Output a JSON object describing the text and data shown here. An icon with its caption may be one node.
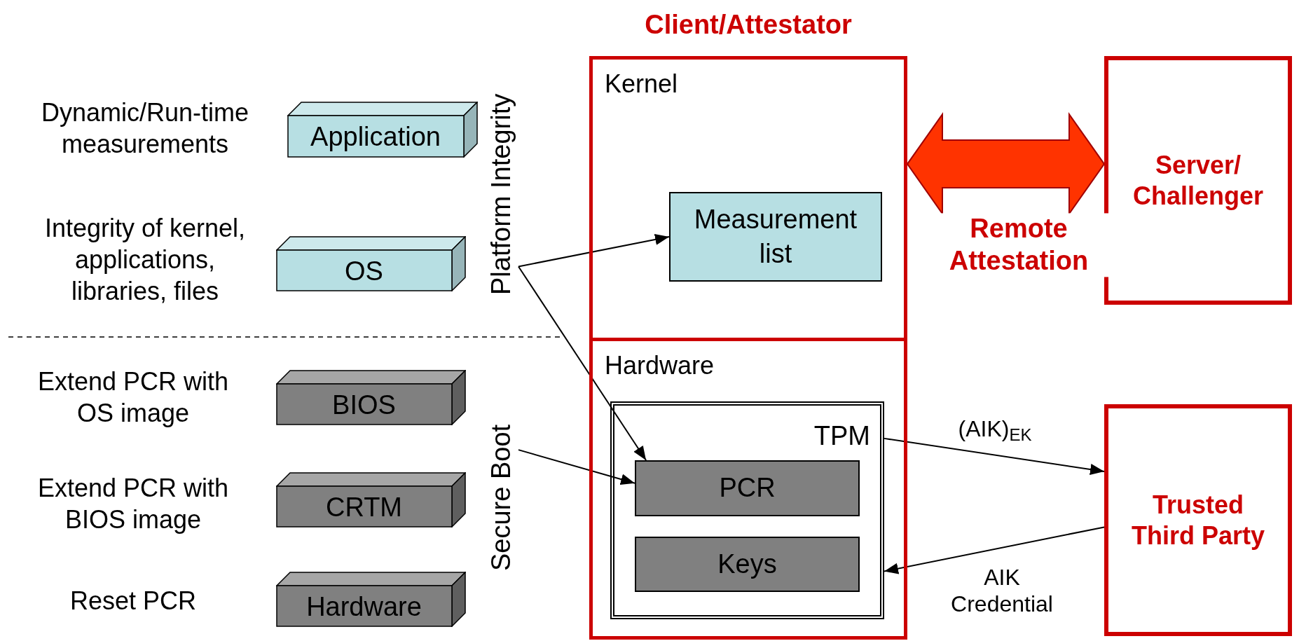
{
  "diagram": {
    "nodes": [
      {
        "text": [
          "Client/Attestator"
        ]
      },
      {
        "text": [
          "Kernel"
        ],
        "in": 0
      },
      {
        "text": [
          "Measurement list"
        ],
        "in": 1
      },
      {
        "text": [
          "Hardware"
        ],
        "in": 0
      },
      {
        "text": [
          "TPM"
        ],
        "in": 3
      },
      {
        "text": [
          "PCR"
        ],
        "in": 4
      },
      {
        "text": [
          "Keys"
        ],
        "in": 4
      },
      {
        "text": [
          "Server/ Challenger"
        ]
      },
      {
        "text": [
          "Trusted Third Party"
        ]
      },
      {
        "text": [
          "Application"
        ],
        "beside": [
          "Dynamic/Run-time measurements"
        ]
      },
      {
        "text": [
          "OS"
        ],
        "beside": [
          "Integrity of kernel, applications, libraries, files"
        ]
      },
      {
        "text": [
          "BIOS"
        ],
        "beside": [
          "Extend PCR with OS image"
        ]
      },
      {
        "text": [
          "CRTM"
        ],
        "beside": [
          "Extend PCR with BIOS image"
        ]
      },
      {
        "text": [
          "Hardware"
        ],
        "beside": [
          "Reset PCR"
        ]
      },
      {
        "text": [
          "Platform Integrity"
        ]
      },
      {
        "text": [
          "Secure Boot"
        ]
      }
    ],
    "edges": [
      {
        "from": 0,
        "to": 7,
        "arrow": "both",
        "label": "Remote Attestation",
        "style": "thick",
        "color": "#ff3300"
      },
      {
        "from": 14,
        "to": 2,
        "arrow": "to"
      },
      {
        "from": 14,
        "to": 5,
        "arrow": "to"
      },
      {
        "from": 15,
        "to": 5,
        "arrow": "to"
      },
      {
        "from": 4,
        "to": 8,
        "arrow": "to",
        "label": "(AIK)$_{EK}$"
      },
      {
        "from": 8,
        "to": 4,
        "arrow": "to",
        "label": "AIK Credential"
      }
    ]
  }
}
